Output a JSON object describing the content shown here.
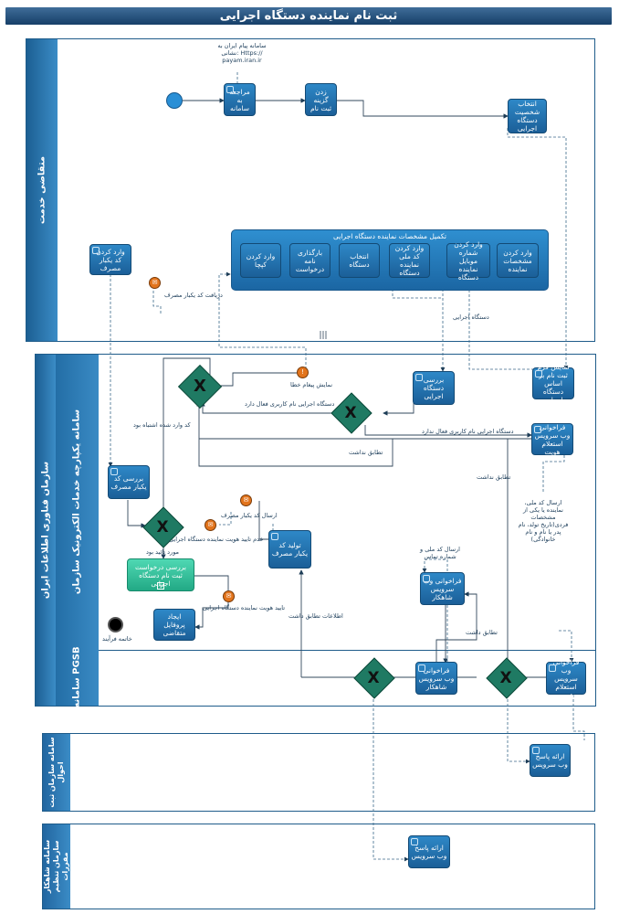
{
  "title": "ثبت نام نماینده دستگاه اجرایی",
  "lanes": {
    "applicant": "متقاضی خدمت",
    "org_outer": "سازمان فناوری اطلاعات ایران",
    "org_inner": "سامانه یکپارچه خدمات الکترونیک سازمان",
    "gsb": "سامانه PGSB",
    "registry": "سامانه سازمان ثبت احوال",
    "shahkar": "سامانه شاهکار سازمان تنظیم مقررات"
  },
  "notes": {
    "sms_system": "سامانه پیام ایران به نشانی: Https:// payam.iran.ir",
    "national_id_mobile": "ارسال کد ملی و شماره تماس",
    "registry_send": "ارسال کد ملی، نماینده یا یکی از مشخصات فردی(تاریخ تولد، نام پدر یا نام و نام خانوادگی)"
  },
  "tasks": {
    "visit": "مراجعه به سامانه",
    "click_register": "زدن گزینه ثبت نام",
    "select_entity": "انتخاب شخصیت دستگاه اجرایی",
    "enter_code": "وارد کردن کد یکبار مصرف",
    "complete_info_title": "تکمیل مشخصات نماینده دستگاه اجرایی",
    "enter_captcha": "وارد کردن کپچا",
    "upload_letter": "بارگذاری نامه درخواست",
    "select_device": "انتخاب دستگاه",
    "enter_national_code": "وارد کردن کد ملی نماینده دستگاه",
    "enter_mobile": "وارد کردن شماره موبایل نماینده دستگاه",
    "enter_rep_info": "وارد کردن مشخصات نماینده",
    "show_form": "نمایش فرم ثبت نام بر اساس دستگاه اجرایی",
    "check_device": "بررسی دستگاه اجرایی",
    "call_identity": "فراخوانی وب سرویس استعلام هویت",
    "check_code": "بررسی کد یکبار مصرف",
    "generate_code": "تولید کد یکبار مصرف",
    "review_request": "بررسی درخواست ثبت نام دستگاه اجرایی",
    "create_profile": "ایجاد پروفایل متقاضی",
    "call_shahkar_org": "فراخوانی وب سرویس شاهکار",
    "call_shahkar_gsb": "فراخوانی وب سرویس شاهکار",
    "call_identity_gsb": "فراخوانی وب سرویس استعلام هویت",
    "registry_response": "ارائه پاسخ وب سرویس",
    "shahkar_response": "ارائه پاسخ وب سرویس"
  },
  "labels": {
    "receive_code": "دریافت کد یکبار مصرف",
    "show_error": "نمایش پیغام خطا",
    "code_wrong": "کد وارد شده اشتباه بود",
    "device_active_user": "دستگاه اجرایی نام کاربری فعال دارد",
    "device_no_active_user": "دستگاه اجرایی نام کاربری فعال ندارد",
    "no_match": "تطابق نداشت",
    "no_match2": "تطابق نداشت",
    "send_code": "ارسال کد یکبار مصرف",
    "approve_not": "عدم تایید هویت نماینده دستگاه اجرایی",
    "approved": "مورد تائید بود",
    "approve_rep": "تایید هویت نماینده دستگاه اجرایی",
    "process_end": "خاتمه فرآیند",
    "info_matched": "اطلاعات تطابق داشت",
    "matched": "تطابق داشت",
    "device_exec": "دستگاه اجرایی"
  },
  "colors": {
    "lane_blue": "#1c5f93",
    "task_blue": "#1b5f98",
    "task_green": "#22a985",
    "gateway": "#1f7a63",
    "message": "#e2741c"
  }
}
